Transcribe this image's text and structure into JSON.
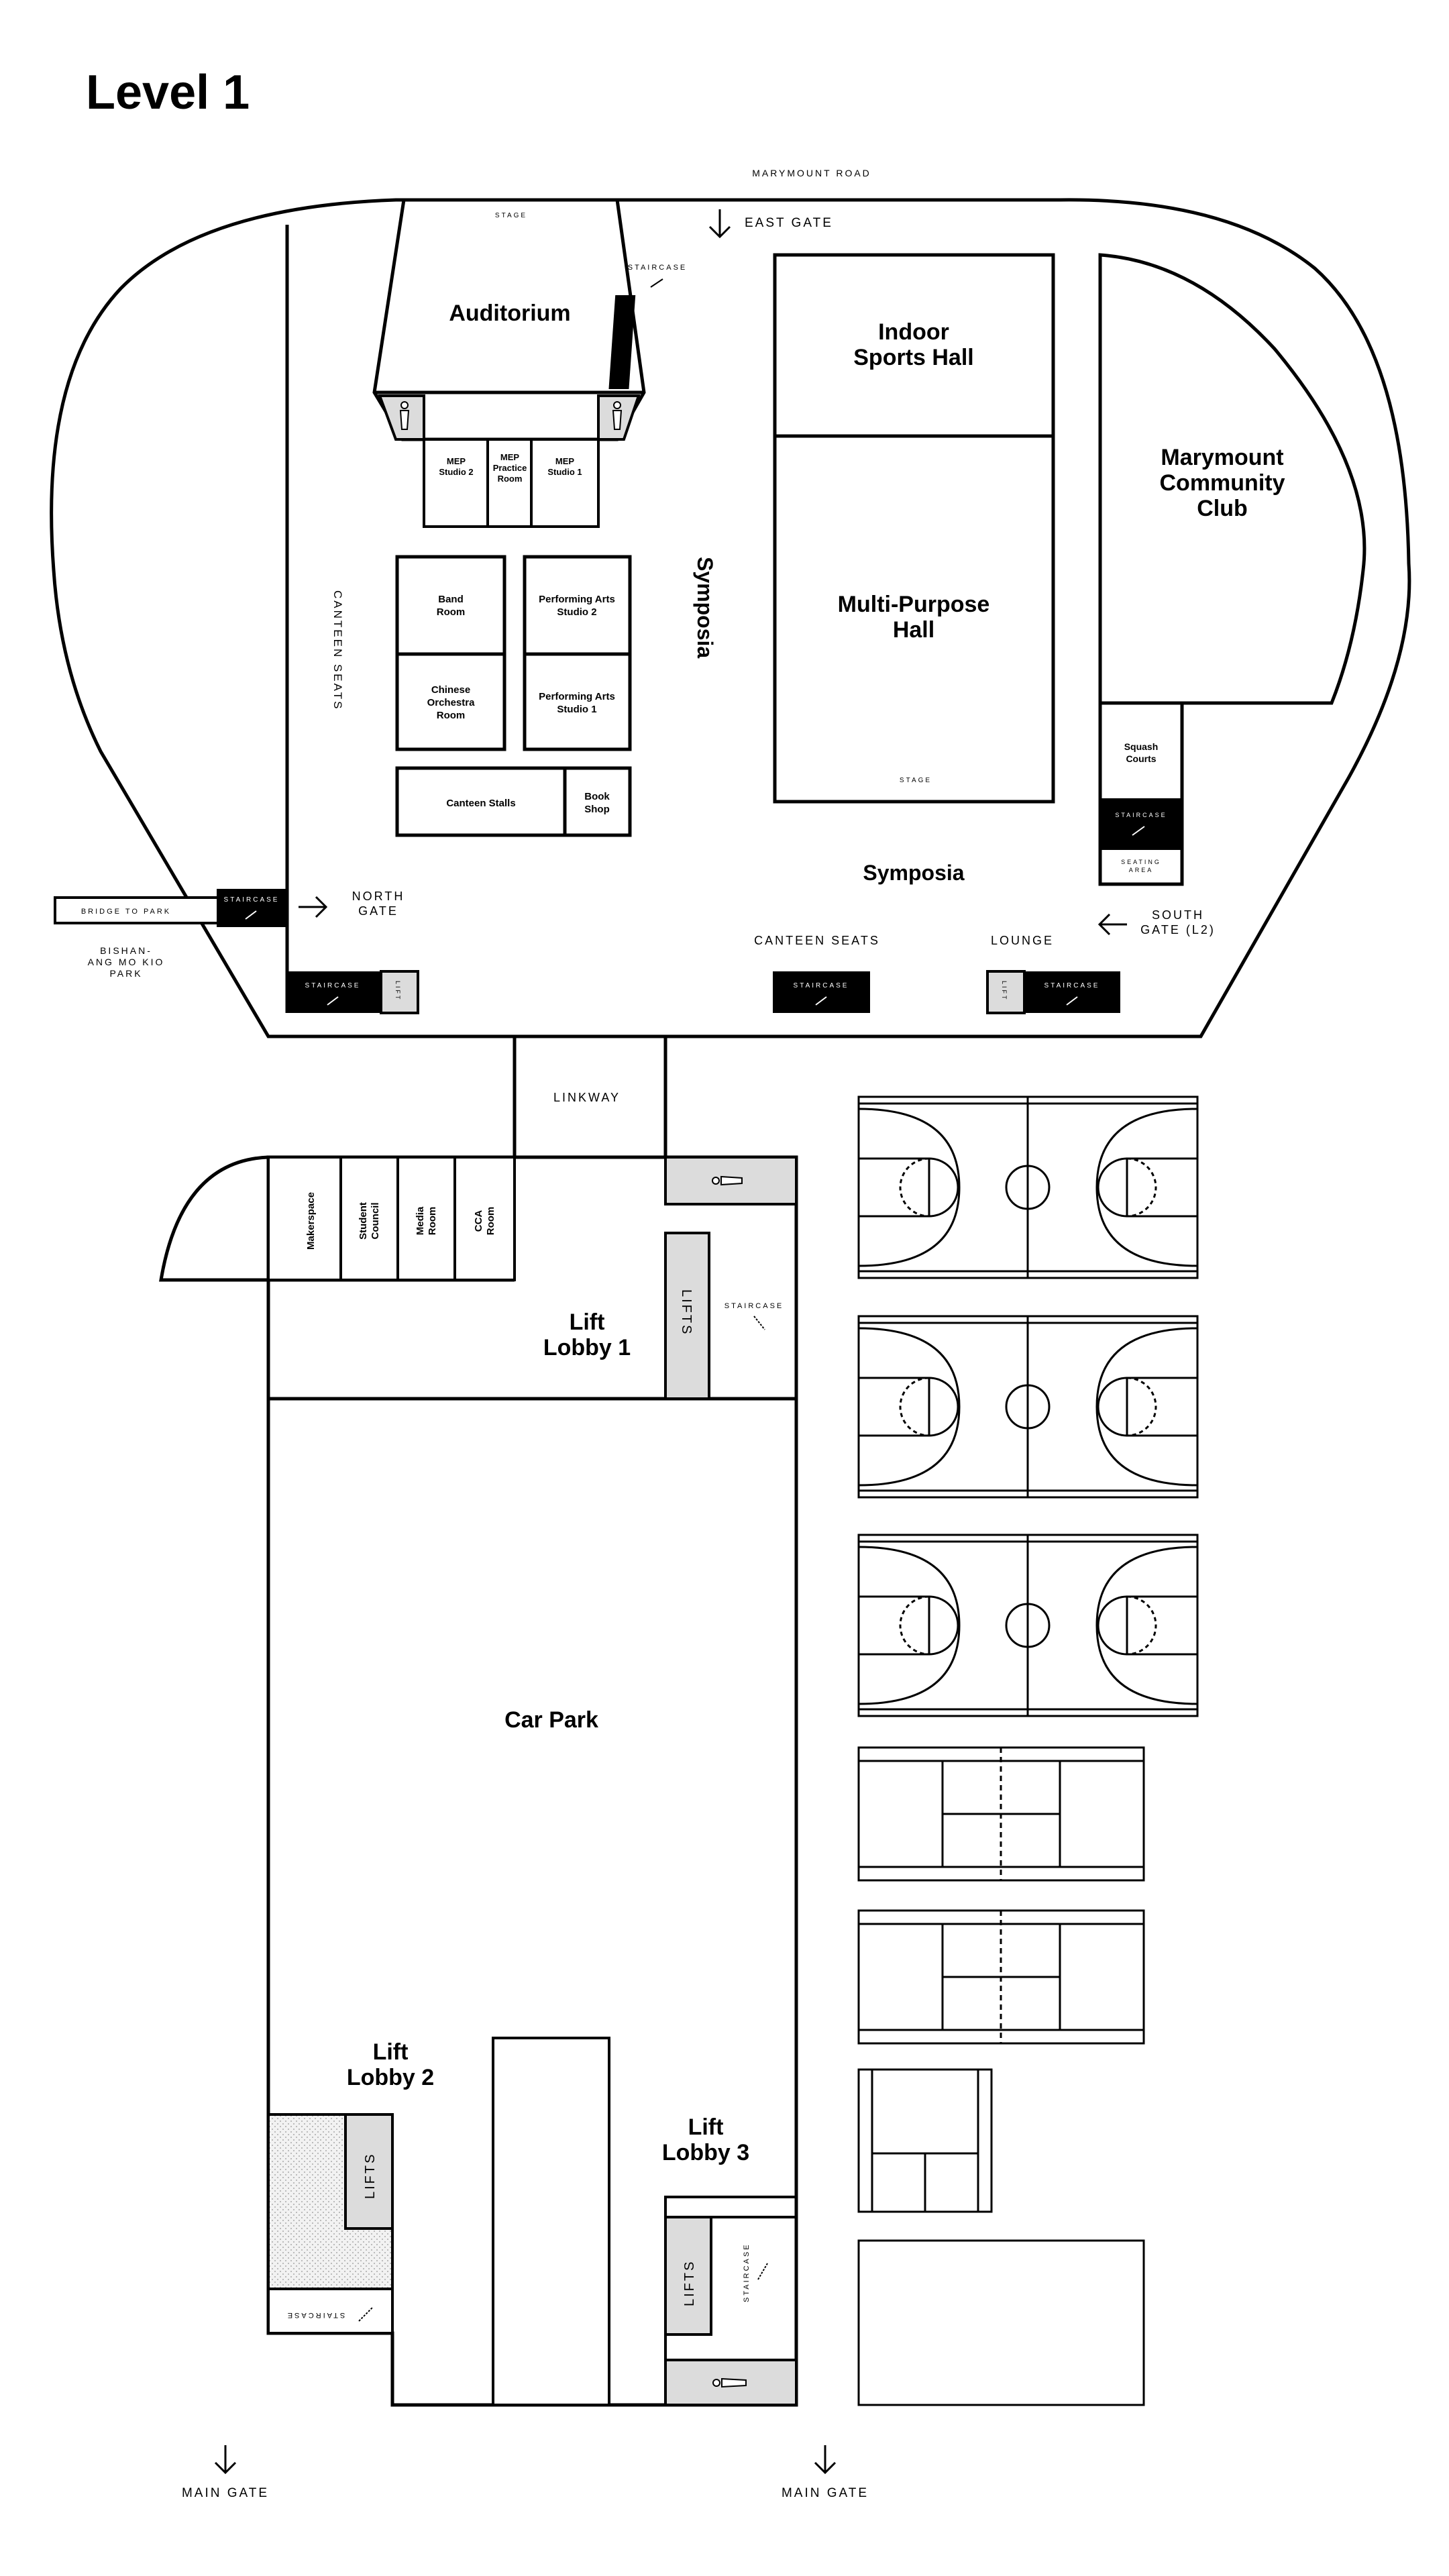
{
  "title": "Level 1",
  "roads": {
    "marymount_road": "MARYMOUNT ROAD",
    "east_gate": "EAST GATE",
    "north_gate": [
      "NORTH",
      "GATE"
    ],
    "south_gate": [
      "SOUTH",
      "GATE (L2)"
    ],
    "main_gate_left": "MAIN GATE",
    "main_gate_right": "MAIN GATE",
    "bridge_to_park": "BRIDGE TO PARK",
    "bishan_park": [
      "BISHAN-",
      "ANG MO KIO",
      "PARK"
    ]
  },
  "rooms": {
    "auditorium": "Auditorium",
    "stage_top": "STAGE",
    "staircase_audi": "STAIRCASE",
    "mep_studio_2": [
      "MEP",
      "Studio 2"
    ],
    "mep_practice": [
      "MEP",
      "Practice",
      "Room"
    ],
    "mep_studio_1": [
      "MEP",
      "Studio 1"
    ],
    "band_room": [
      "Band",
      "Room"
    ],
    "pa_studio_2": [
      "Performing Arts",
      "Studio 2"
    ],
    "chinese_orchestra": [
      "Chinese",
      "Orchestra",
      "Room"
    ],
    "pa_studio_1": [
      "Performing Arts",
      "Studio 1"
    ],
    "canteen_stalls": "Canteen Stalls",
    "book_shop": [
      "Book",
      "Shop"
    ],
    "canteen_seats_vertical": "CANTEEN SEATS",
    "symposia_vertical": "Symposia",
    "indoor_sports_hall": [
      "Indoor",
      "Sports Hall"
    ],
    "multi_purpose_hall": [
      "Multi-Purpose",
      "Hall"
    ],
    "stage_hall": "STAGE",
    "community_club": [
      "Marymount",
      "Community",
      "Club"
    ],
    "squash_courts": [
      "Squash",
      "Courts"
    ],
    "staircase_squash": "STAIRCASE",
    "seating_area": [
      "SEATING",
      "AREA"
    ],
    "symposia": "Symposia",
    "canteen_seats": "CANTEEN SEATS",
    "lounge": "LOUNGE",
    "staircase_north": "STAIRCASE",
    "staircase_sw": "STAIRCASE",
    "lift_sw": "LIFT",
    "staircase_mid": "STAIRCASE",
    "lift_se": "LIFT",
    "staircase_se": "STAIRCASE",
    "linkway": "LINKWAY",
    "makerspace": "Makerspace",
    "student_council": [
      "Student",
      "Council"
    ],
    "media_room": [
      "Media",
      "Room"
    ],
    "cca_room": [
      "CCA",
      "Room"
    ],
    "lift_lobby_1": [
      "Lift",
      "Lobby 1"
    ],
    "lifts_1": "LIFTS",
    "staircase_lobby_1": "STAIRCASE",
    "car_park": "Car Park",
    "lift_lobby_2": [
      "Lift",
      "Lobby 2"
    ],
    "lifts_2": "LIFTS",
    "staircase_lobby_2": "STAIRCASE",
    "lift_lobby_3": [
      "Lift",
      "Lobby 3"
    ],
    "lifts_3": "LIFTS",
    "staircase_lobby_3": "STAIRCASE"
  },
  "icons": {
    "gate_arrow": "arrow-icon",
    "toilet": "toilet-icon",
    "staircase": "staircase-icon"
  },
  "colors": {
    "line": "#000000",
    "fill_gray": "#dcdcdc",
    "background": "#ffffff"
  }
}
